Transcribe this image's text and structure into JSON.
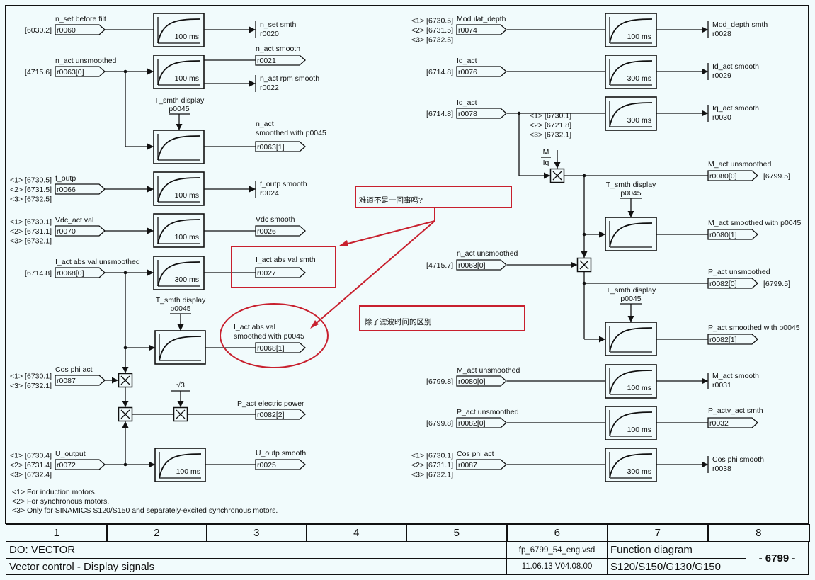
{
  "left": {
    "n_set": {
      "refs": [
        "[6030.2]"
      ],
      "label": "n_set before filt",
      "input": "r0060",
      "time": "100 ms",
      "out_label": "n_set smth",
      "out": "r0020"
    },
    "n_act": {
      "refs": [
        "[4715.6]"
      ],
      "label": "n_act unsmoothed",
      "input": "r0063[0]",
      "time": "100 ms",
      "out1_label": "n_act smooth",
      "out1": "r0021",
      "out2_label": "n_act rpm smooth",
      "out2": "r0022"
    },
    "n_act_p": {
      "tsmth": "T_smth display",
      "param": "p0045",
      "out_label1": "n_act",
      "out_label2": "smoothed with p0045",
      "out": "r0063[1]"
    },
    "f_outp": {
      "refs": [
        "<1> [6730.5]",
        "<2> [6731.5]",
        "<3> [6732.5]"
      ],
      "label": "f_outp",
      "input": "r0066",
      "time": "100 ms",
      "out_label": "f_outp smooth",
      "out": "r0024"
    },
    "vdc": {
      "refs": [
        "<1> [6730.1]",
        "<2> [6731.1]",
        "<3> [6732.1]"
      ],
      "label": "Vdc_act val",
      "input": "r0070",
      "time": "100 ms",
      "out_label": "Vdc smooth",
      "out": "r0026"
    },
    "i_act": {
      "refs": [
        "[6714.8]"
      ],
      "label": "I_act abs val unsmoothed",
      "input": "r0068[0]",
      "time": "300 ms",
      "out_label": "I_act abs val smth",
      "out": "r0027"
    },
    "i_act_p": {
      "tsmth": "T_smth display",
      "param": "p0045",
      "out_label1": "I_act abs val",
      "out_label2": "smoothed with p0045",
      "out": "r0068[1]"
    },
    "cos": {
      "refs": [
        "<1> [6730.1]",
        "<3> [6732.1]"
      ],
      "label": "Cos phi act",
      "input": "r0087"
    },
    "power": {
      "sqrt": "√3",
      "out_label": "P_act electric power",
      "out": "r0082[2]"
    },
    "u": {
      "refs": [
        "<1> [6730.4]",
        "<2> [6731.4]",
        "<3> [6732.4]"
      ],
      "label": "U_output",
      "input": "r0072",
      "time": "100 ms",
      "out_label": "U_outp smooth",
      "out": "r0025"
    },
    "footnotes": [
      "<1>  For induction motors.",
      "<2>  For synchronous motors.",
      "<3>  Only for SINAMICS S120/S150 and separately-excited synchronous motors."
    ]
  },
  "right": {
    "mod": {
      "refs": [
        "<1> [6730.5]",
        "<2> [6731.5]",
        "<3> [6732.5]"
      ],
      "label": "Modulat_depth",
      "input": "r0074",
      "time": "100 ms",
      "out_label": "Mod_depth smth",
      "out": "r0028"
    },
    "id": {
      "refs": [
        "[6714.8]"
      ],
      "label": "Id_act",
      "input": "r0076",
      "time": "300 ms",
      "out_label": "Id_act smooth",
      "out": "r0029"
    },
    "iq": {
      "refs": [
        "[6714.8]"
      ],
      "label": "Iq_act",
      "input": "r0078",
      "time": "300 ms",
      "out_label": "Iq_act smooth",
      "out": "r0030"
    },
    "m_refs": [
      "<1> [6730.1]",
      "<2> [6721.8]",
      "<3> [6732.1]"
    ],
    "m_frac": {
      "num": "M",
      "den": "Iq"
    },
    "m_unsm": {
      "out_label": "M_act unsmoothed",
      "out": "r0080[0]",
      "target": "[6799.5]"
    },
    "m_p": {
      "tsmth": "T_smth display",
      "param": "p0045",
      "out_label": "M_act smoothed with p0045",
      "out": "r0080[1]"
    },
    "n_in": {
      "refs": [
        "[4715.7]"
      ],
      "label": "n_act unsmoothed",
      "input": "r0063[0]"
    },
    "p_unsm": {
      "out_label": "P_act unsmoothed",
      "out": "r0082[0]",
      "target": "[6799.5]"
    },
    "p_p": {
      "tsmth": "T_smth display",
      "param": "p0045",
      "out_label": "P_act smoothed with p0045",
      "out": "r0082[1]"
    },
    "m_sm": {
      "refs": [
        "[6799.8]"
      ],
      "label": "M_act unsmoothed",
      "input": "r0080[0]",
      "time": "100 ms",
      "out_label": "M_act smooth",
      "out": "r0031"
    },
    "p_sm": {
      "refs": [
        "[6799.8]"
      ],
      "label": "P_act unsmoothed",
      "input": "r0082[0]",
      "time": "100 ms",
      "out_label": "P_actv_act smth",
      "out": "r0032"
    },
    "cos_sm": {
      "refs": [
        "<1> [6730.1]",
        "<2> [6731.1]",
        "<3> [6732.1]"
      ],
      "label": "Cos phi act",
      "input": "r0087",
      "time": "300 ms",
      "out_label": "Cos phi smooth",
      "out": "r0038"
    }
  },
  "annotations": {
    "question": "难道不是一回事吗?",
    "answer": "除了滤波时间的区别",
    "color": "#c8202e"
  },
  "title_block": {
    "columns": [
      "1",
      "2",
      "3",
      "4",
      "5",
      "6",
      "7",
      "8"
    ],
    "object": "DO: VECTOR",
    "title": "Vector control - Display signals",
    "file": "fp_6799_54_eng.vsd",
    "date_version": "11.06.13  V04.08.00",
    "doc_type": "Function diagram",
    "devices": "S120/S150/G130/G150",
    "sheet": "- 6799 -"
  }
}
